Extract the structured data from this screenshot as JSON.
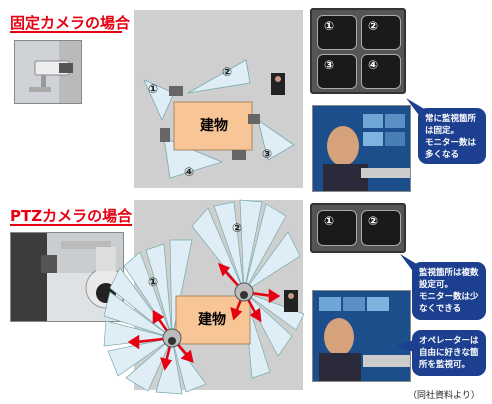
{
  "fixed": {
    "title": "固定カメラの場合",
    "building": "建物",
    "zones": [
      "①",
      "②",
      "③",
      "④"
    ],
    "monitors": [
      "①",
      "②",
      "③",
      "④"
    ],
    "bubble": [
      "常に監視箇所",
      "は固定。",
      "モニター数は",
      "多くなる"
    ]
  },
  "ptz": {
    "title": "PTZカメラの場合",
    "building": "建物",
    "zones": [
      "①",
      "②"
    ],
    "monitors": [
      "①",
      "②"
    ],
    "bubble1": [
      "監視箇所は複数",
      "設定可。",
      "モニター数は少",
      "なくできる"
    ],
    "bubble2": [
      "オペレーターは",
      "自由に好きな箇",
      "所を監視可。"
    ]
  },
  "caption": "（同社資料より）",
  "colors": {
    "title": "#e60012",
    "bubble": "#1c3f8f",
    "arrow": "#e60012",
    "cone": "#dfeef6"
  }
}
